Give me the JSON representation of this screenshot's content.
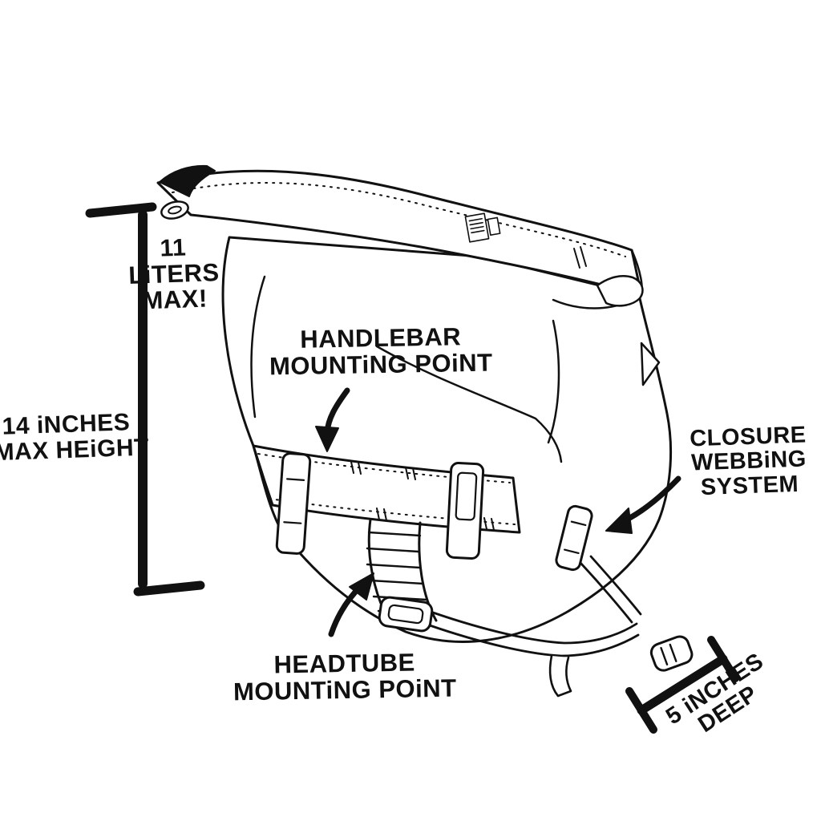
{
  "colors": {
    "ink": "#111111",
    "background": "#ffffff"
  },
  "annotations": {
    "capacity": {
      "line1": "11",
      "line2": "LiTERS",
      "line3": "MAX!"
    },
    "max_height": {
      "line1": "14 iNCHES",
      "line2": "MAX HEiGHT"
    },
    "handlebar_mount": {
      "line1": "HANDLEBAR",
      "line2": "MOUNTiNG POiNT"
    },
    "closure": {
      "line1": "CLOSURE",
      "line2": "WEBBiNG",
      "line3": "SYSTEM"
    },
    "headtube_mount": {
      "line1": "HEADTUBE",
      "line2": "MOUNTiNG POiNT"
    },
    "depth": {
      "line1": "5 iNCHES",
      "line2": "DEEP"
    }
  }
}
